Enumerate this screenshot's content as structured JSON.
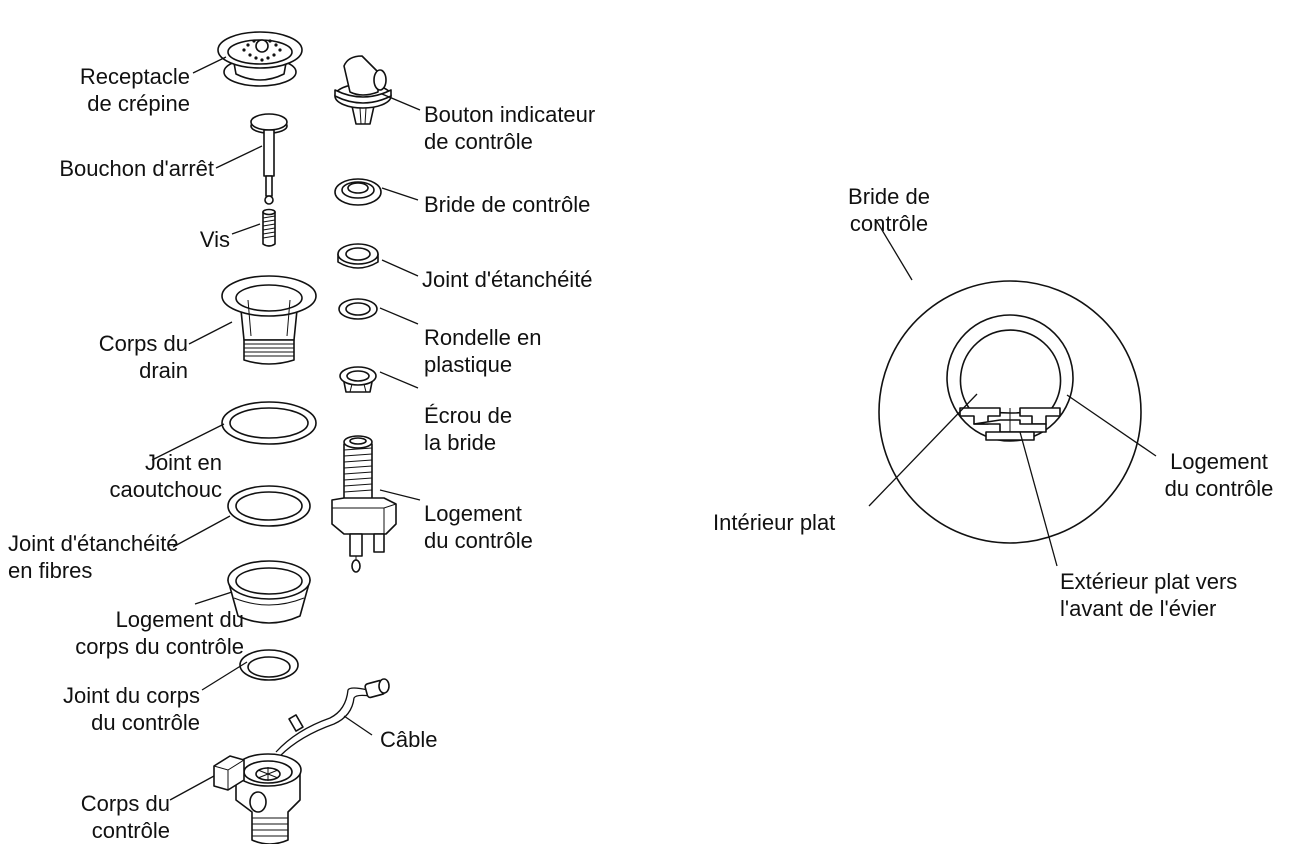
{
  "colors": {
    "ink": "#111111",
    "background": "#ffffff"
  },
  "labels": {
    "receptacle": [
      "Receptacle",
      "de crépine"
    ],
    "bouchon": [
      "Bouchon d'arrêt"
    ],
    "vis": [
      "Vis"
    ],
    "corps_drain": [
      "Corps du",
      "drain"
    ],
    "joint_caoutchouc": [
      "Joint en",
      "caoutchouc"
    ],
    "joint_fibres": [
      "Joint d'étanchéité",
      "en fibres"
    ],
    "logement_corps": [
      "Logement du",
      "corps du contrôle"
    ],
    "joint_corps": [
      "Joint du corps",
      "du contrôle"
    ],
    "corps_controle": [
      "Corps du",
      "contrôle"
    ],
    "cable": [
      "Câble"
    ],
    "bouton": [
      "Bouton indicateur",
      "de contrôle"
    ],
    "bride": [
      "Bride de contrôle"
    ],
    "joint_etancheite": [
      "Joint d'étanchéité"
    ],
    "rondelle": [
      "Rondelle en",
      "plastique"
    ],
    "ecrou": [
      "Écrou de",
      "la bride"
    ],
    "logement_controle": [
      "Logement",
      "du contrôle"
    ]
  },
  "detail_labels": {
    "bride": [
      "Bride de",
      "contrôle"
    ],
    "logement": [
      "Logement",
      "du contrôle"
    ],
    "interieur": [
      "Intérieur plat"
    ],
    "exterieur": [
      "Extérieur plat vers",
      "l'avant de l'évier"
    ]
  }
}
